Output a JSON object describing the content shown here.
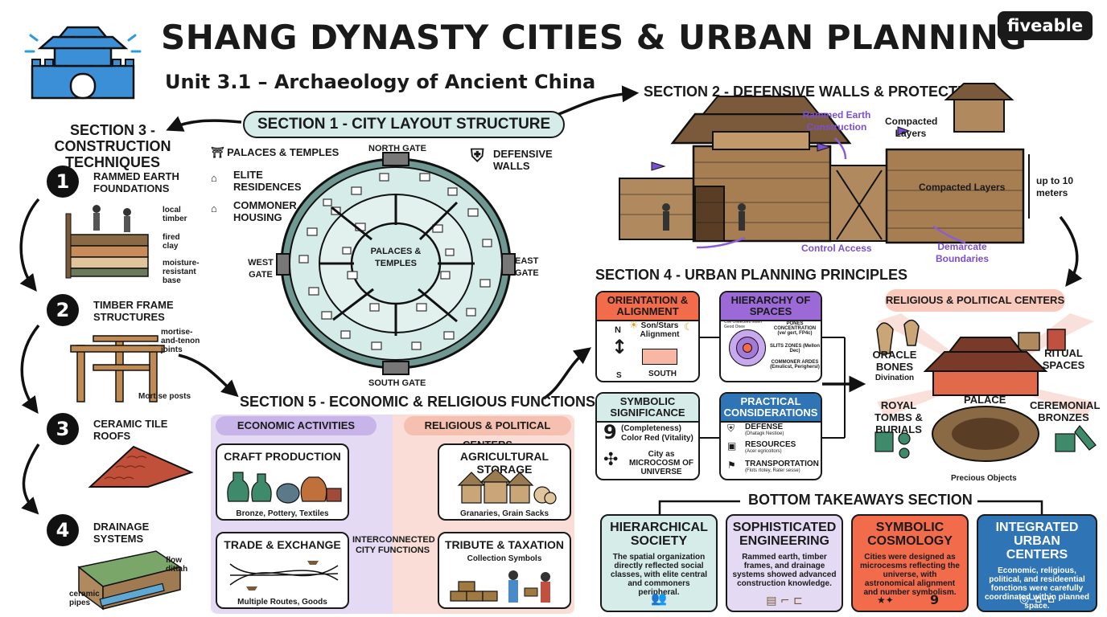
{
  "header": {
    "title": "SHANG DYNASTY CITIES & URBAN PLANNING",
    "subtitle": "Unit 3.1 – Archaeology of Ancient China",
    "brand": "fiveable",
    "brand_color": "#1a1a1a"
  },
  "section1": {
    "heading": "SECTION 1 - CITY LAYOUT STRUCTURE",
    "legend": [
      "PALACES & TEMPLES",
      "ELITE RESIDENCES",
      "COMMONER HOUSING"
    ],
    "defensive_walls": "DEFENSIVE WALLS",
    "gates": {
      "north": "NORTH GATE",
      "south": "SOUTH GATE",
      "east": "EAST GATE",
      "west": "WEST GATE"
    },
    "center": "PALACES & TEMPLES",
    "fill_color": "#d5ece9"
  },
  "section2": {
    "heading": "SECTION 2 - DEFENSIVE WALLS & PROTECTION",
    "labels": {
      "rammed": "Rammed Earth Construction",
      "compacted_top": "Compacted Layers",
      "compacted_mid": "Compacted Layers",
      "height": "up to 10 meters",
      "control": "Control Access",
      "demarcate": "Demarcate Boundaries"
    }
  },
  "section3": {
    "heading": "SECTION 3 - CONSTRUCTION TECHNIQUES",
    "steps": [
      {
        "num": "1",
        "title": "RAMMED EARTH FOUNDATIONS",
        "notes": [
          "local timber",
          "fired clay",
          "moisture-resistant base"
        ]
      },
      {
        "num": "2",
        "title": "TIMBER FRAME STRUCTURES",
        "notes": [
          "mortise-and-tenon joints",
          "Mortise posts"
        ]
      },
      {
        "num": "3",
        "title": "CERAMIC TILE ROOFS",
        "notes": []
      },
      {
        "num": "4",
        "title": "DRAINAGE SYSTEMS",
        "notes": [
          "flow dittah",
          "ceramic pipes"
        ]
      }
    ]
  },
  "section4": {
    "heading": "SECTION 4 - URBAN PLANNING PRINCIPLES",
    "orientation": {
      "title": "ORIENTATION & ALIGNMENT",
      "n": "N",
      "s": "S",
      "sun": "Son/Stars Alignment",
      "south": "SOUTH"
    },
    "hierarchy": {
      "title": "HIERARCHY OF SPACES",
      "note": "Cne Olfeecees reflert Geod Onee",
      "rings": [
        "PONES CONCENTRATION (ve/ gert, FP4c)",
        "SLITS ZONES (Mellon Dec)",
        "COMMONER ARDES (Emulicst, Perighersl)"
      ]
    },
    "symbolic": {
      "title": "SYMBOLIC SIGNIFICANCE",
      "nine": "9",
      "line1": "(Completeness)",
      "line2": "Color Red (Vitality)",
      "line3": "City as MICROCOSM OF UNIVERSE"
    },
    "practical": {
      "title": "PRACTICAL CONSIDERATIONS",
      "items": [
        {
          "head": "DEFENSE",
          "note": "(Dhatagk Nestioe)"
        },
        {
          "head": "RESOURCES",
          "note": "(Acer egricoltors)"
        },
        {
          "head": "TRANSPORTATION",
          "note": "(Flots rtotey, Rater sesse)"
        }
      ]
    },
    "colors": {
      "orange": "#f26b4a",
      "purple": "#9b6ad6",
      "teal": "#d5ece9",
      "blue": "#2f74b5"
    }
  },
  "section5": {
    "heading": "SECTION 5 - ECONOMIC & RELIGIOUS FUNCTIONS",
    "col_left": "ECONOMIC ACTIVITIES",
    "col_right": "RELIGIOUS & POLITICAL CENTERS",
    "center_label": "INTERCONNECTED CITY FUNCTIONS",
    "panels": [
      {
        "title": "CRAFT PRODUCTION",
        "caption": "Bronze, Pottery, Textiles"
      },
      {
        "title": "AGRICULTURAL STORAGE",
        "caption": "Granaries, Grain Sacks"
      },
      {
        "title": "TRADE & EXCHANGE",
        "caption": "Multiple Routes, Goods"
      },
      {
        "title": "TRIBUTE & TAXATION",
        "caption": "Collection Symbols"
      }
    ],
    "bg_left": "#e4daf3",
    "bg_right": "#f9ddd6"
  },
  "religious": {
    "heading": "RELIGIOUS & POLITICAL CENTERS",
    "oracle": "ORACLE BONES",
    "divination": "Divination",
    "ritual": "RITUAL SPACES",
    "palace": "PALACE",
    "tombs": "ROYAL TOMBS & BURIALS",
    "bronzes": "CEREMONIAL BRONZES",
    "precious": "Precious Objects"
  },
  "takeaways": {
    "heading": "BOTTOM TAKEAWAYS SECTION",
    "cards": [
      {
        "title": "HIERARCHICAL SOCIETY",
        "body": "The spatial organization directly reflected social classes, with elite central and commoners peripheral.",
        "color": "#d5ece9"
      },
      {
        "title": "SOPHISTICATED ENGINEERING",
        "body": "Rammed earth, timber frames, and drainage systems showed advanced construction knowledge.",
        "color": "#e4daf3"
      },
      {
        "title": "SYMBOLIC COSMOLOGY",
        "body": "Cities were designed as microcesms reflecting the universe, with astronomical alignment and number symbolism.",
        "color": "#f26b4a",
        "extra": "9"
      },
      {
        "title": "INTEGRATED URBAN CENTERS",
        "body": "Economic, religious, political, and resideential fonctions were carefully coordinated within planned space.",
        "color": "#2f74b5"
      }
    ]
  }
}
